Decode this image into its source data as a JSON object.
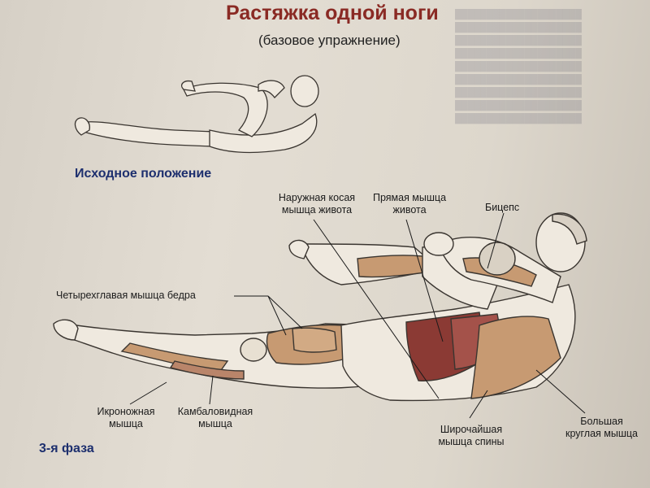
{
  "title": "Растяжка одной ноги",
  "subtitle": "(базовое упражнение)",
  "section_start": "Исходное положение",
  "section_phase": "3-я фаза",
  "labels": {
    "oblique_line1": "Наружная косая",
    "oblique_line2": "мышца живота",
    "rectus_line1": "Прямая мышца",
    "rectus_line2": "живота",
    "biceps": "Бицепс",
    "quadriceps": "Четырехглавая мышца бедра",
    "gastrocnemius_line1": "Икроножная",
    "gastrocnemius_line2": "мышца",
    "soleus_line1": "Камбаловидная",
    "soleus_line2": "мышца",
    "latissimus_line1": "Широчайшая",
    "latissimus_line2": "мышца спины",
    "teres_line1": "Большая",
    "teres_line2": "круглая мышца"
  },
  "colors": {
    "title": "#8a2a24",
    "heading": "#1d2f6e",
    "muscle": "#c79a72",
    "muscle_dark": "#8b3a34",
    "skin": "#efe9df",
    "outline": "#3a3530"
  }
}
